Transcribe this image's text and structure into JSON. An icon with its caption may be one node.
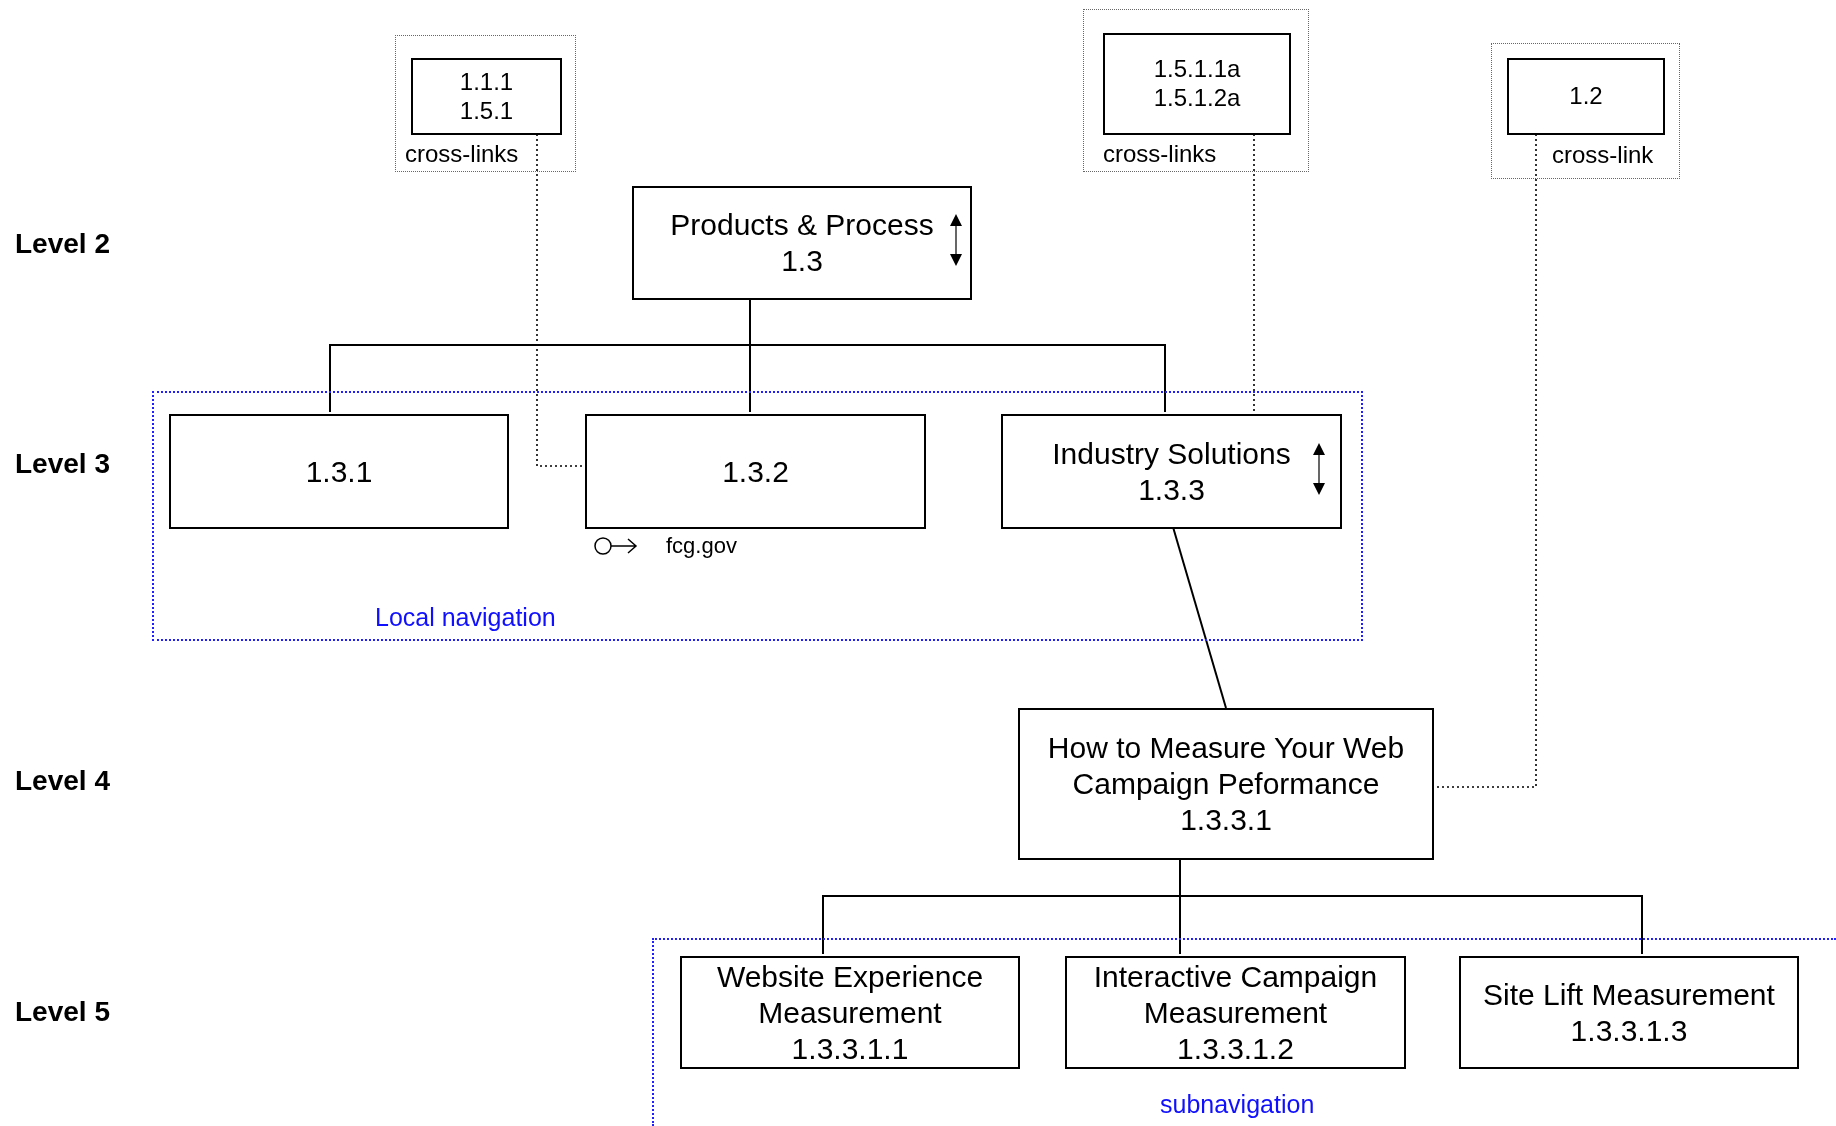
{
  "diagram": {
    "nodes": [
      {
        "text": [
          "cross-links"
        ]
      },
      {
        "text": [
          "1.1.1",
          "1.5.1"
        ],
        "in": 0
      },
      {
        "text": [
          "cross-links"
        ]
      },
      {
        "text": [
          "1.5.1.1a",
          "1.5.1.2a"
        ],
        "in": 2
      },
      {
        "text": [
          "cross-link"
        ]
      },
      {
        "text": [
          "1.2"
        ],
        "in": 4
      },
      {
        "text": [
          "Products & Process",
          "1.3"
        ]
      },
      {
        "text": [
          "Local navigation"
        ]
      },
      {
        "text": [
          "1.3.1"
        ],
        "in": 7
      },
      {
        "text": [
          "1.3.2"
        ],
        "in": 7,
        "beside": [
          "fcg.gov"
        ]
      },
      {
        "text": [
          "Industry Solutions",
          "1.3.3"
        ],
        "in": 7
      },
      {
        "text": [
          "How to Measure Your Web Campaign Peformance",
          "1.3.3.1"
        ]
      },
      {
        "text": [
          "subnavigation"
        ]
      },
      {
        "text": [
          "Website Experience Measurement",
          "1.3.3.1.1"
        ],
        "in": 12
      },
      {
        "text": [
          "Interactive Campaign Measurement",
          "1.3.3.1.2"
        ],
        "in": 12
      },
      {
        "text": [
          "Site Lift Measurement",
          "1.3.3.1.3"
        ],
        "in": 12
      }
    ],
    "edges": [
      {
        "from": 6,
        "to": 8,
        "arrow": "none"
      },
      {
        "from": 6,
        "to": 9,
        "arrow": "none"
      },
      {
        "from": 6,
        "to": 10,
        "arrow": "none"
      },
      {
        "from": 10,
        "to": 11,
        "arrow": "none"
      },
      {
        "from": 11,
        "to": 13,
        "arrow": "none"
      },
      {
        "from": 11,
        "to": 14,
        "arrow": "none"
      },
      {
        "from": 11,
        "to": 15,
        "arrow": "none"
      },
      {
        "from": 1,
        "to": 9,
        "arrow": "none",
        "style": "dashed"
      },
      {
        "from": 3,
        "to": 10,
        "arrow": "none",
        "style": "dashed"
      },
      {
        "from": 5,
        "to": 11,
        "arrow": "none",
        "style": "dashed"
      }
    ],
    "labels": [
      "Level 2",
      "Level 3",
      "Level 4",
      "Level 5"
    ]
  }
}
